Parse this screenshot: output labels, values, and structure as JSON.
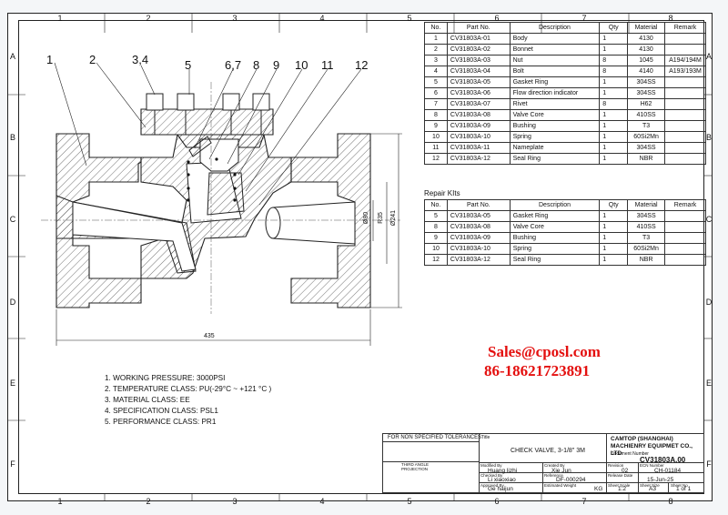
{
  "zones": {
    "columns": [
      "1",
      "2",
      "3",
      "4",
      "5",
      "6",
      "7",
      "8"
    ],
    "rows": [
      "A",
      "B",
      "C",
      "D",
      "E",
      "F"
    ]
  },
  "bom": {
    "headers": [
      "No.",
      "Part No.",
      "Description",
      "Qty",
      "Material",
      "Remark"
    ],
    "rows": [
      [
        "1",
        "CV31803A-01",
        "Body",
        "1",
        "4130",
        ""
      ],
      [
        "2",
        "CV31803A-02",
        "Bonnet",
        "1",
        "4130",
        ""
      ],
      [
        "3",
        "CV31803A-03",
        "Nut",
        "8",
        "1045",
        "A194/194M"
      ],
      [
        "4",
        "CV31803A-04",
        "Bolt",
        "8",
        "4140",
        "A193/193M"
      ],
      [
        "5",
        "CV31803A-05",
        "Gasket Ring",
        "1",
        "304SS",
        ""
      ],
      [
        "6",
        "CV31803A-06",
        "Flow direction indicator",
        "1",
        "304SS",
        ""
      ],
      [
        "7",
        "CV31803A-07",
        "Rivet",
        "8",
        "H62",
        ""
      ],
      [
        "8",
        "CV31803A-08",
        "Valve Core",
        "1",
        "410SS",
        ""
      ],
      [
        "9",
        "CV31803A-09",
        "Bushing",
        "1",
        "T3",
        ""
      ],
      [
        "10",
        "CV31803A-10",
        "Spring",
        "1",
        "60Si2Mn",
        ""
      ],
      [
        "11",
        "CV31803A-11",
        "Nameplate",
        "1",
        "304SS",
        ""
      ],
      [
        "12",
        "CV31803A-12",
        "Seal Ring",
        "1",
        "NBR",
        ""
      ]
    ]
  },
  "repair": {
    "title": "Repair KIts",
    "headers": [
      "No.",
      "Part No.",
      "Description",
      "Qty",
      "Material",
      "Remark"
    ],
    "rows": [
      [
        "5",
        "CV31803A-05",
        "Gasket Ring",
        "1",
        "304SS",
        ""
      ],
      [
        "8",
        "CV31803A-08",
        "Valve Core",
        "1",
        "410SS",
        ""
      ],
      [
        "9",
        "CV31803A-09",
        "Bushing",
        "1",
        "T3",
        ""
      ],
      [
        "10",
        "CV31803A-10",
        "Spring",
        "1",
        "60Si2Mn",
        ""
      ],
      [
        "12",
        "CV31803A-12",
        "Seal Ring",
        "1",
        "NBR",
        ""
      ]
    ]
  },
  "balloons": [
    "1",
    "2",
    "3,4",
    "5",
    "6,7",
    "8",
    "9",
    "10",
    "11",
    "12"
  ],
  "dimensions": {
    "length": "435",
    "d1": "Ø80",
    "d2": "R35",
    "d3": "Ø241"
  },
  "notes": [
    "1. WORKING PRESSURE: 3000PSI",
    "2. TEMPERATURE CLASS: PU(-29°C ~ +121 °C )",
    "3. MATERIAL CLASS: EE",
    "4. SPECIFICATION CLASS: PSL1",
    "5. PERFORMANCE CLASS: PR1"
  ],
  "contact": {
    "email": "Sales@cposl.com",
    "phone": "86-18621723891"
  },
  "titleblock": {
    "tolerance_title": "FOR NON SPECIFIED TOLERANCES",
    "title_label": "Title",
    "title": "CHECK VALVE, 3-1/8\" 3M",
    "company": "CAMTOP (SHANGHAI) MACHIENRY EQUIPMET CO., LTD",
    "document_label": "Document Number",
    "document_number": "CV31803A.00",
    "modified_label": "Modified By",
    "modified_by": "Huang lizhi",
    "created_label": "Created By",
    "created_by": "Xie Jun",
    "revision_label": "Revision",
    "revision": "02",
    "ecn_label": "ECN Number",
    "ecn": "CH-01184",
    "checked_label": "Checked By",
    "checked_by": "Li xiaoxiao",
    "reference_label": "Reference",
    "reference": "DF-000294",
    "release_label": "Release Date",
    "release_date": "15-Jun-25",
    "approved_label": "Approved By",
    "approved_by": "Ge haijun",
    "weight_label": "Estimated Weight",
    "weight_unit": "KG",
    "scale_label": "Sheet Scale",
    "scale": "1:2",
    "size_label": "Sheet Size",
    "size": "A3",
    "sheet_label": "Sheet No",
    "sheet": "1 of 1",
    "projection": "THIRD ANGLE PROJECTION"
  },
  "colors": {
    "contact_red": "#e4100f",
    "ink": "#222222"
  }
}
